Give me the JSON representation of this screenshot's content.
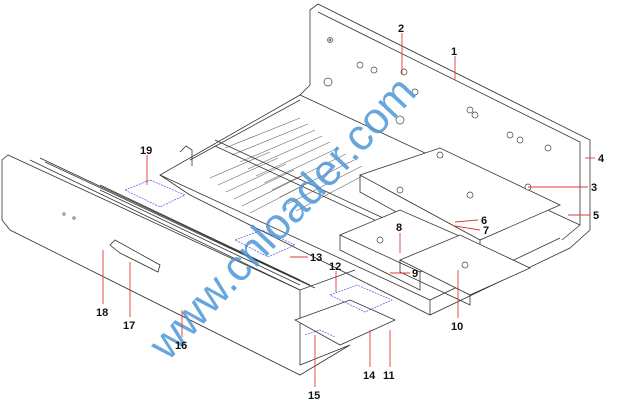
{
  "diagram": {
    "callouts": [
      {
        "id": "1",
        "label": "1"
      },
      {
        "id": "2",
        "label": "2"
      },
      {
        "id": "3",
        "label": "3"
      },
      {
        "id": "4",
        "label": "4"
      },
      {
        "id": "5",
        "label": "5"
      },
      {
        "id": "6",
        "label": "6"
      },
      {
        "id": "7",
        "label": "7"
      },
      {
        "id": "8",
        "label": "8"
      },
      {
        "id": "9",
        "label": "9"
      },
      {
        "id": "10",
        "label": "10"
      },
      {
        "id": "11",
        "label": "11"
      },
      {
        "id": "12",
        "label": "12"
      },
      {
        "id": "13",
        "label": "13"
      },
      {
        "id": "14",
        "label": "14"
      },
      {
        "id": "15",
        "label": "15"
      },
      {
        "id": "16",
        "label": "16"
      },
      {
        "id": "17",
        "label": "17"
      },
      {
        "id": "18",
        "label": "18"
      },
      {
        "id": "19",
        "label": "19"
      }
    ],
    "leader_color": "#e23a3a",
    "watermark": "www.cnloader.com",
    "watermark_color": "#4f97d8"
  }
}
